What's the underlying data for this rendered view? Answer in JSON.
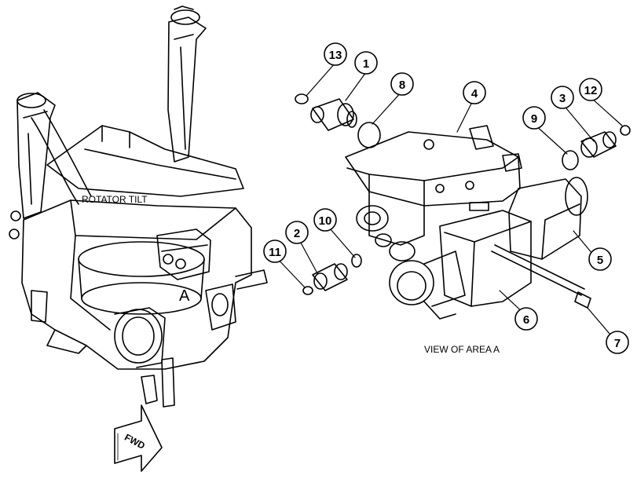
{
  "labels": {
    "rotator_tilt": "ROTATOR TILT",
    "area_marker": "A",
    "view_caption": "VIEW OF AREA A",
    "fwd": "FWD"
  },
  "callouts": [
    "1",
    "2",
    "3",
    "4",
    "5",
    "6",
    "7",
    "8",
    "9",
    "10",
    "11",
    "12",
    "13"
  ],
  "colors": {
    "line": "#000000",
    "background": "#ffffff"
  }
}
